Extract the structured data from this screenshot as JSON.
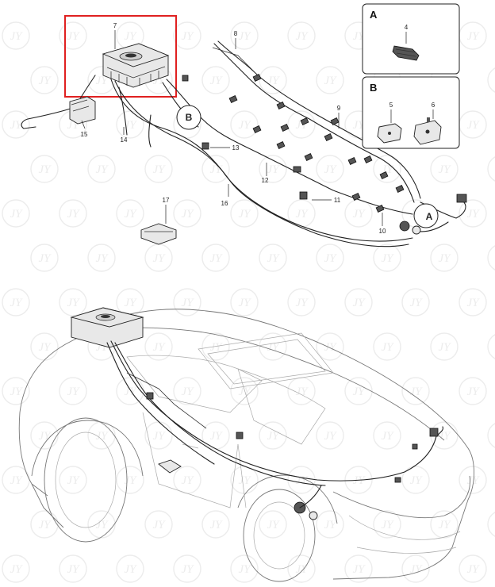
{
  "parts": {
    "p4": "4",
    "p5": "5",
    "p6": "6",
    "p7": "7",
    "p8": "8",
    "p9": "9",
    "p10": "10",
    "p11": "11",
    "p12": "12",
    "p13": "13",
    "p14": "14",
    "p15": "15",
    "p16": "16",
    "p17": "17"
  },
  "detail_views": {
    "a_caption": "A",
    "b_caption": "B",
    "a_callout": "A",
    "b_callout": "B"
  },
  "watermark": {
    "text": "JY"
  },
  "colors": {
    "highlight_box": "#e02020",
    "line": "#222222",
    "car_outline": "#777777",
    "watermark": "#ececec"
  }
}
